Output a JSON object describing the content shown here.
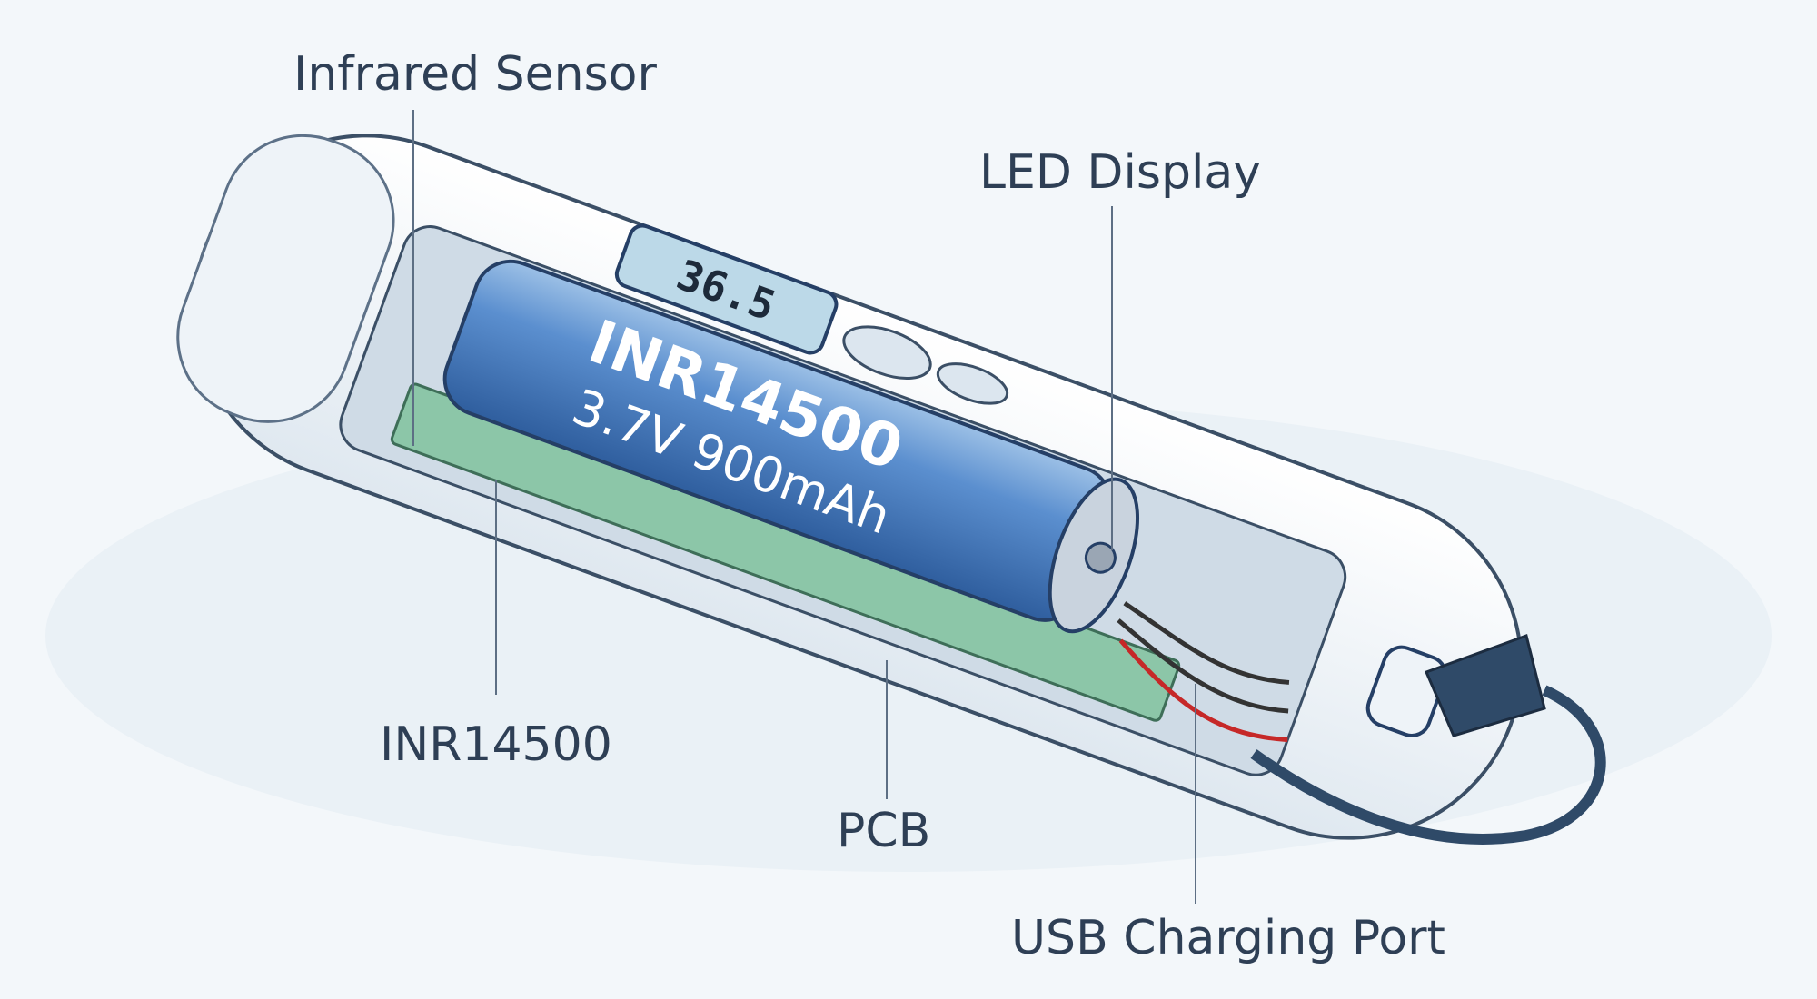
{
  "labels": {
    "infrared_sensor": "Infrared Sensor",
    "led_display": "LED Display",
    "battery": "INR14500",
    "pcb": "PCB",
    "usb_port": "USB Charging Port"
  },
  "battery": {
    "model": "INR14500",
    "spec": "3.7V 900mAh"
  },
  "display": {
    "reading": "36.5"
  },
  "colors": {
    "text": "#2e3f55",
    "battery": "#4a7fc1",
    "pcb": "#8cc6a8",
    "screen": "#bcd9e8"
  }
}
